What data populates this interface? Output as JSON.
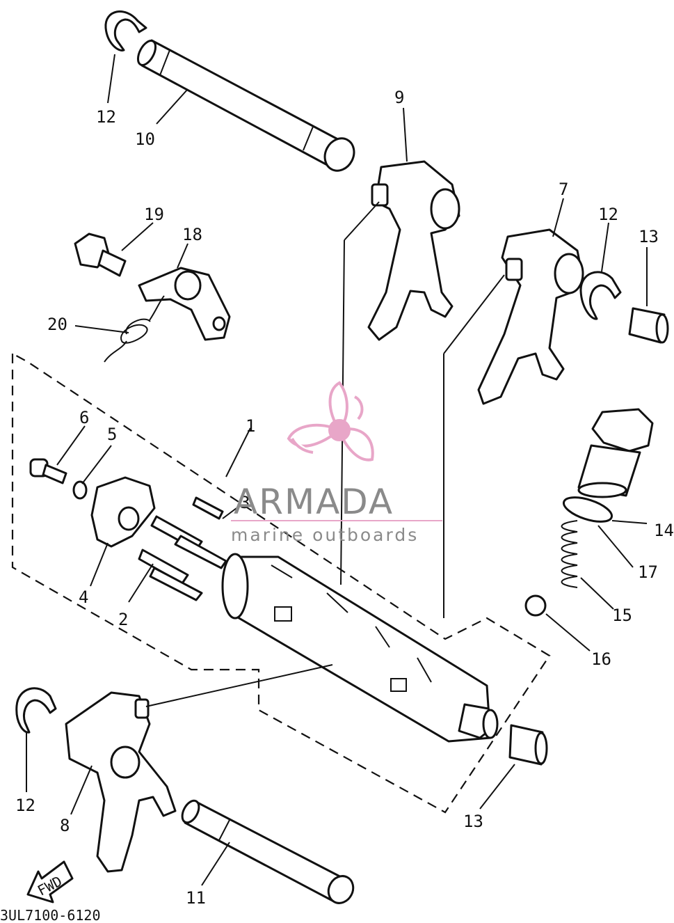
{
  "callouts": [
    "1",
    "2",
    "3",
    "4",
    "5",
    "6",
    "7",
    "8",
    "9",
    "10",
    "11",
    "12",
    "12",
    "12",
    "13",
    "13",
    "14",
    "15",
    "16",
    "17",
    "18",
    "19",
    "20"
  ],
  "diagram_code": "3UL7100-6120",
  "fwd_label": "FWD",
  "watermark": {
    "brand": "ARMADA",
    "tagline": "marine outboards",
    "accent_color": "#e8a6c8",
    "text_color": "#8a8a8a"
  }
}
